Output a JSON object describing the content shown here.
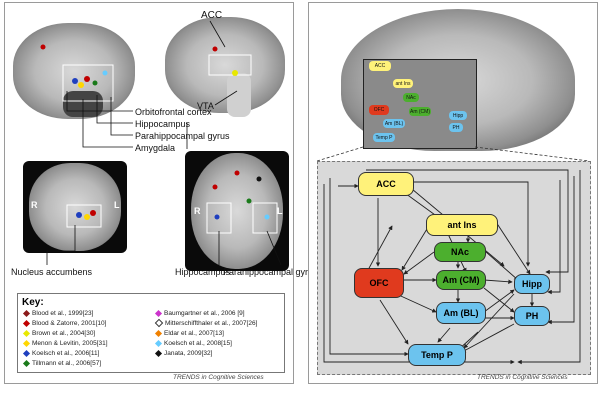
{
  "left": {
    "labels": {
      "acc": "ACC",
      "vta": "VTA",
      "ofc": "Orbitofrontal cortex",
      "hipp": "Hippocampus",
      "para": "Parahippocampal gyrus",
      "amyg": "Amygdala",
      "nacc": "Nucleus accumbens",
      "hipp2": "Hippocampus",
      "para2": "Parahippocampal gyrus",
      "r1": "R",
      "l1": "L",
      "r2": "R",
      "l2": "L"
    },
    "key": {
      "title": "Key:",
      "items": [
        {
          "text": "Blood et al., 1999[23]",
          "color": "#8b1a1a"
        },
        {
          "text": "Blood & Zatorre, 2001[10]",
          "color": "#c00000"
        },
        {
          "text": "Brown et al., 2004[30]",
          "color": "#e8e800"
        },
        {
          "text": "Menon & Levitin, 2005[31]",
          "color": "#ffd700"
        },
        {
          "text": "Koelsch et al., 2006[11]",
          "color": "#1f3fbf"
        },
        {
          "text": "Tillmann et al., 2006[57]",
          "color": "#1a7a1a"
        },
        {
          "text": "Baumgartner et al., 2006 [9]",
          "color": "#cc33cc"
        },
        {
          "text": "Mitterschiffthaler et al., 2007[26]",
          "color": "#ffffff"
        },
        {
          "text": "Eldar et al., 2007[13]",
          "color": "#f08000"
        },
        {
          "text": "Koelsch et al., 2008[15]",
          "color": "#66ccff"
        },
        {
          "text": "Janata, 2009[32]",
          "color": "#111111"
        }
      ]
    },
    "credit": "TRENDS in Cognitive Sciences"
  },
  "right": {
    "sag_nodes": [
      "ACC",
      "ant Ins",
      "NAc",
      "OFC",
      "Am (CM)",
      "Am (BL)",
      "Hipp",
      "PH",
      "Temp P"
    ],
    "nodes": {
      "acc": "ACC",
      "antins": "ant Ins",
      "nac": "NAc",
      "ofc": "OFC",
      "amcm": "Am (CM)",
      "ambl": "Am (BL)",
      "hipp": "Hipp",
      "ph": "PH",
      "tempp": "Temp P"
    },
    "colors": {
      "yellow": "#fff27a",
      "green": "#4caf2e",
      "red": "#e03a1e",
      "blue": "#6cc3ee"
    },
    "credit": "TRENDS in Cognitive Sciences"
  }
}
